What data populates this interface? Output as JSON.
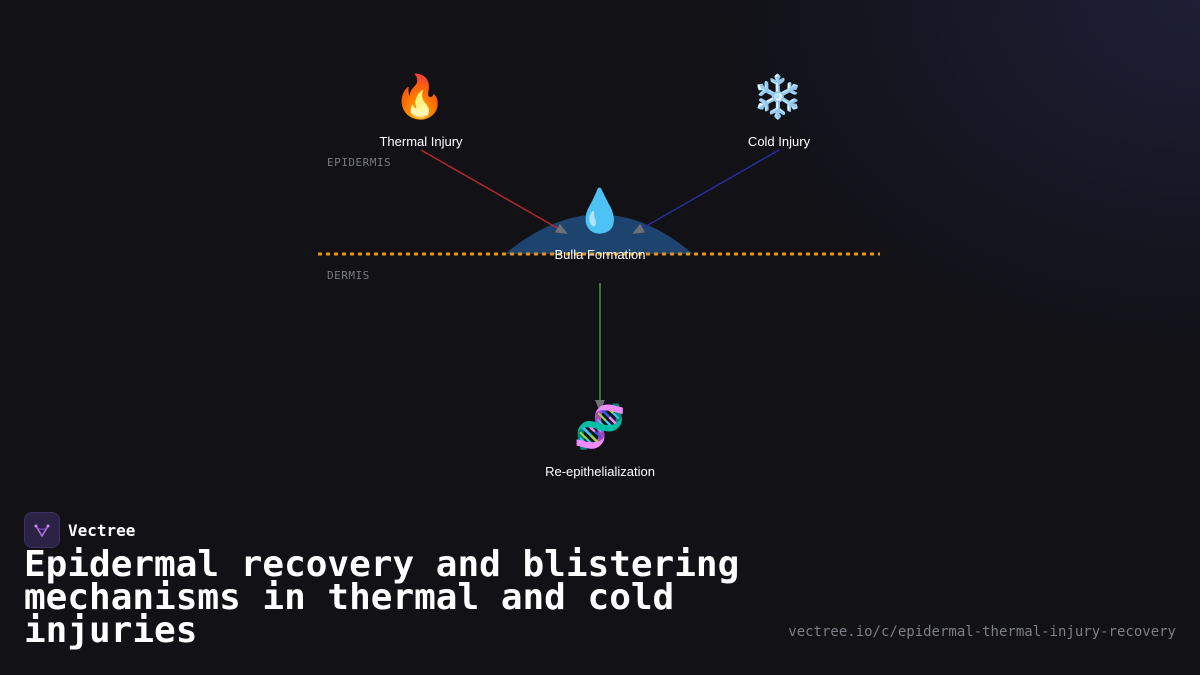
{
  "diagram": {
    "nodes": {
      "thermal": {
        "label": "Thermal Injury",
        "icon": "fire-icon",
        "glyph": "🔥"
      },
      "cold": {
        "label": "Cold Injury",
        "icon": "snowflake-icon",
        "glyph": "❄️"
      },
      "bulla": {
        "label": "Bulla Formation",
        "icon": "droplet-icon",
        "glyph": "💧"
      },
      "reepi": {
        "label": "Re-epithelialization",
        "icon": "dna-icon",
        "glyph": "🧬"
      }
    },
    "layers": {
      "epidermis": "EPIDERMIS",
      "dermis": "DERMIS"
    },
    "colors": {
      "thermal_edge": "#b3282d",
      "cold_edge": "#2b2aa0",
      "recovery_edge": "#3f9a3a",
      "boundary": "#e8960e",
      "blister": "#1f4a78"
    }
  },
  "brand": {
    "name": "Vectree",
    "icon": "vectree-logo-icon"
  },
  "title": "Epidermal recovery and blistering mechanisms in thermal and cold injuries",
  "url": "vectree.io/c/epidermal-thermal-injury-recovery"
}
